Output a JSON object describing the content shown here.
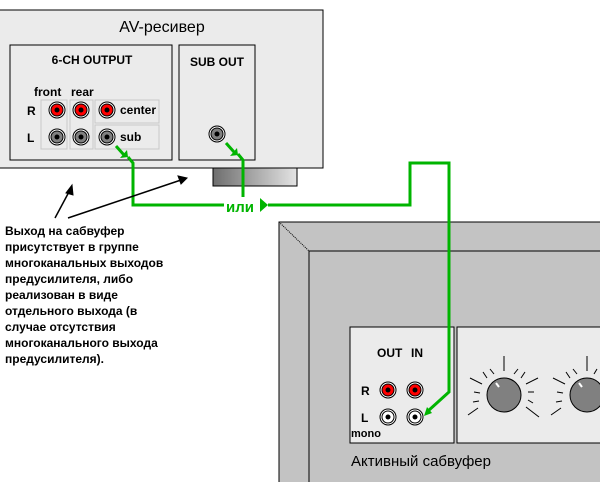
{
  "receiver": {
    "title": "AV-ресивер",
    "six_ch_output": {
      "label": "6-CH OUTPUT",
      "col_front": "front",
      "col_rear": "rear",
      "row_r": "R",
      "row_l": "L",
      "center": "center",
      "sub": "sub"
    },
    "sub_out": {
      "label": "SUB OUT"
    }
  },
  "connector": {
    "or_label": "или"
  },
  "note": "Выход на сабвуфер присутствует в группе многоканальных выходов предусилителя, либо реализован в виде отдельного выхода (в случае отсутствия многоканального выхода предусилителя).",
  "subwoofer": {
    "title": "Активный сабвуфер",
    "col_out": "OUT",
    "col_in": "IN",
    "row_r": "R",
    "row_l": "L",
    "mono": "mono"
  },
  "colors": {
    "cable": "#00b400",
    "jack_red": "#ff0000",
    "jack_gray": "#808080",
    "panel": "#ebebeb",
    "sub_body": "#c3c3c3"
  }
}
